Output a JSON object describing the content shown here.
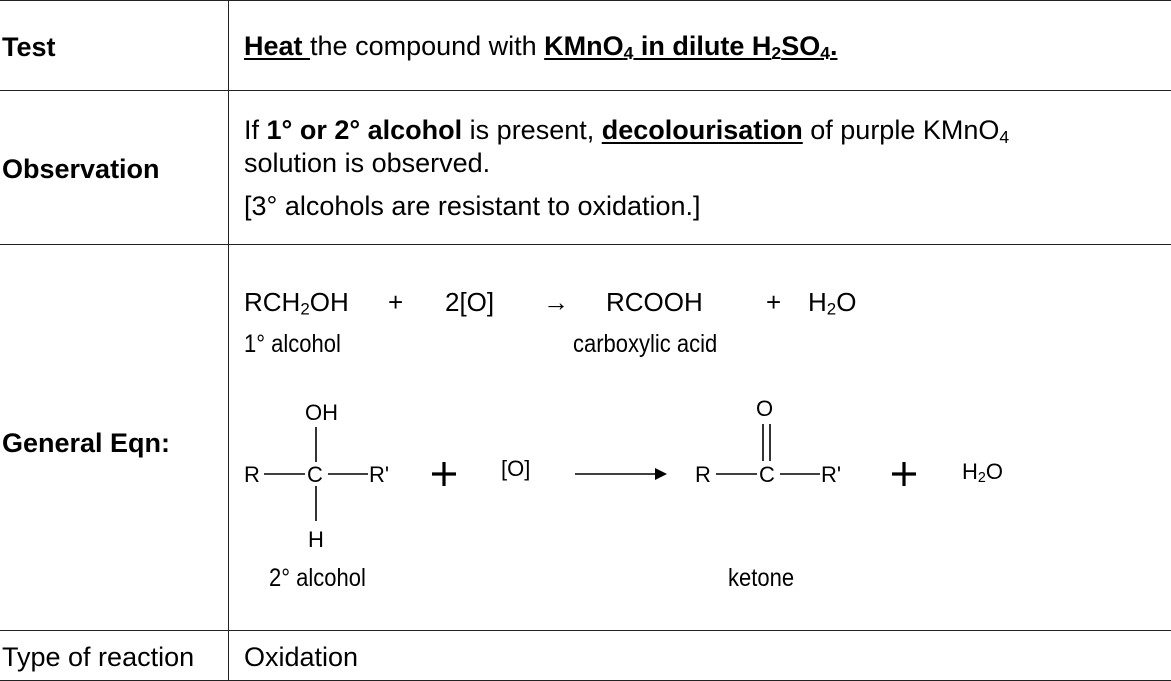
{
  "rows": {
    "test": {
      "label": "Test",
      "heat": "Heat ",
      "middle": "the compound with ",
      "reagent_a": "KMnO",
      "reagent_a_sub": "4",
      "reagent_b": " in dilute H",
      "reagent_b_sub1": "2",
      "reagent_b_mid": "SO",
      "reagent_b_sub2": "4",
      "reagent_b_end": "."
    },
    "observation": {
      "label": "Observation",
      "if": "If ",
      "alcohol_types": "1° or 2° alcohol",
      "is_present": " is present, ",
      "decolour": "decolourisation",
      "of_purple": " of purple KMnO",
      "of_purple_sub": "4",
      "line2": "solution is observed.",
      "line3": "[3° alcohols are resistant to oxidation.]"
    },
    "general_eqn": {
      "label": "General Eqn:",
      "eq1": {
        "reactant": "RCH",
        "reactant_sub": "2",
        "reactant_end": "OH",
        "plus1": "+",
        "oxidant": "2[O]",
        "arrow": "→",
        "product": "RCOOH",
        "plus2": "+",
        "water": "H",
        "water_sub": "2",
        "water_end": "O",
        "reactant_name": "1° alcohol",
        "product_name": "carboxylic acid"
      },
      "eq2": {
        "oh": "OH",
        "r": "R",
        "c": "C",
        "rp": "R'",
        "h": "H",
        "plus1": "+",
        "oxidant": "[O]",
        "o": "O",
        "plus2": "+",
        "water": "H",
        "water_sub": "2",
        "water_end": "O",
        "reactant_name": "2° alcohol",
        "product_name": "ketone"
      }
    },
    "reaction_type": {
      "label": "Type of reaction",
      "value": "Oxidation"
    }
  }
}
